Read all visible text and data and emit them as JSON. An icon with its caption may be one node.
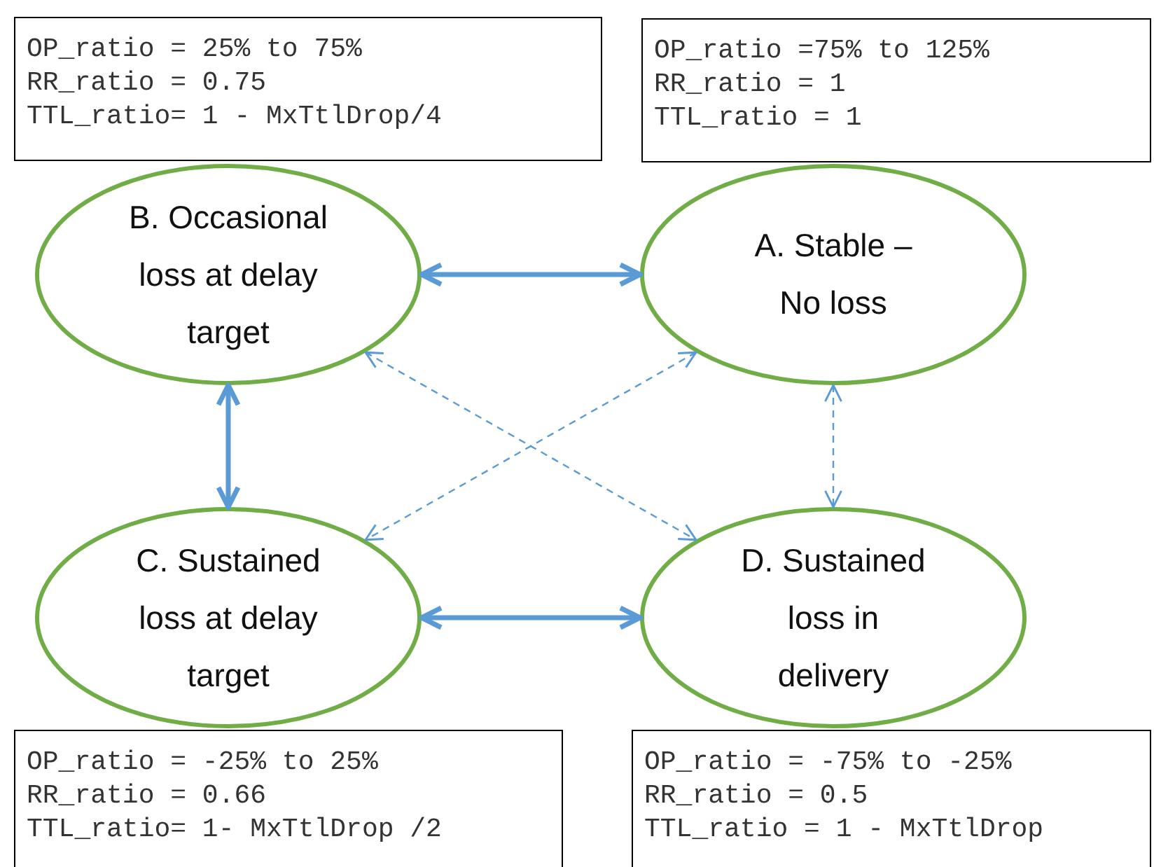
{
  "diagram": {
    "nodes": [
      {
        "text": [
          "OP_ratio = 25% to 75%",
          "RR_ratio = 0.75",
          "TTL_ratio= 1 - MxTtlDrop/4"
        ]
      },
      {
        "text": [
          "OP_ratio =75% to 125%",
          "RR_ratio = 1",
          "TTL_ratio = 1"
        ]
      },
      {
        "text": [
          "B. Occasional loss at delay target"
        ]
      },
      {
        "text": [
          "A. Stable – No loss"
        ]
      },
      {
        "text": [
          "C. Sustained loss at delay target"
        ]
      },
      {
        "text": [
          "D. Sustained loss in delivery"
        ]
      },
      {
        "text": [
          "OP_ratio = -25% to 25%",
          "RR_ratio = 0.66",
          "TTL_ratio= 1- MxTtlDrop /2"
        ]
      },
      {
        "text": [
          "OP_ratio = -75% to -25%",
          "RR_ratio = 0.5",
          "TTL_ratio = 1 - MxTtlDrop"
        ]
      }
    ],
    "edges": [
      {
        "from": 2,
        "to": 3,
        "arrow": "both",
        "style": "thick"
      },
      {
        "from": 2,
        "to": 4,
        "arrow": "both",
        "style": "thick"
      },
      {
        "from": 4,
        "to": 5,
        "arrow": "both",
        "style": "thick"
      },
      {
        "from": 2,
        "to": 5,
        "arrow": "both",
        "style": "dashed"
      },
      {
        "from": 3,
        "to": 4,
        "arrow": "both",
        "style": "dashed"
      },
      {
        "from": 3,
        "to": 5,
        "arrow": "both",
        "style": "dashed"
      }
    ]
  }
}
